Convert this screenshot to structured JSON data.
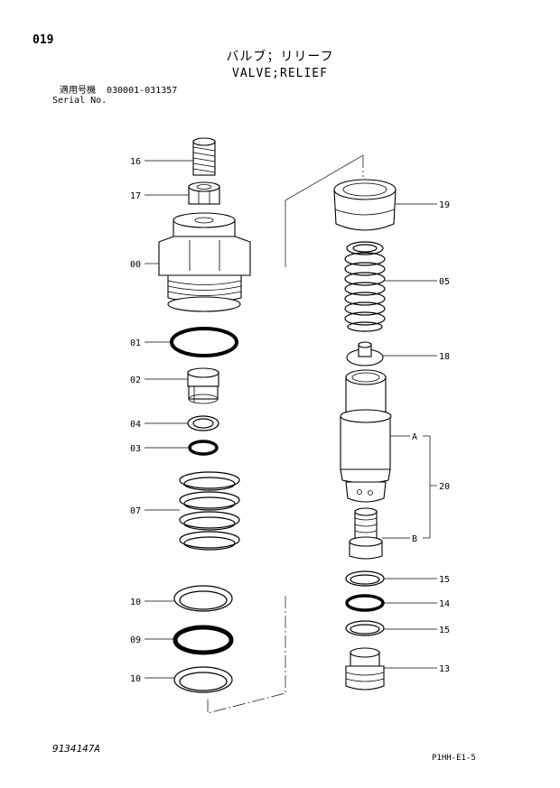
{
  "header": {
    "page_no": "019",
    "title_jp": "バルブ；リリーフ",
    "title_en": "VALVE;RELIEF",
    "serial_label_jp": "適用号機",
    "serial_range": "030001-031357",
    "serial_label_en": "Serial No."
  },
  "callouts": {
    "c16": "16",
    "c17": "17",
    "c00": "00",
    "c01": "01",
    "c02": "02",
    "c04": "04",
    "c03": "03",
    "c07": "07",
    "c10a": "10",
    "c09": "09",
    "c10b": "10",
    "c19": "19",
    "c05": "05",
    "c18": "18",
    "cA": "A",
    "c20": "20",
    "cB": "B",
    "c15a": "15",
    "c14": "14",
    "c15b": "15",
    "c13": "13"
  },
  "footer": {
    "drawing_no": "9134147A",
    "page_ref": "P1HH-E1-5"
  }
}
